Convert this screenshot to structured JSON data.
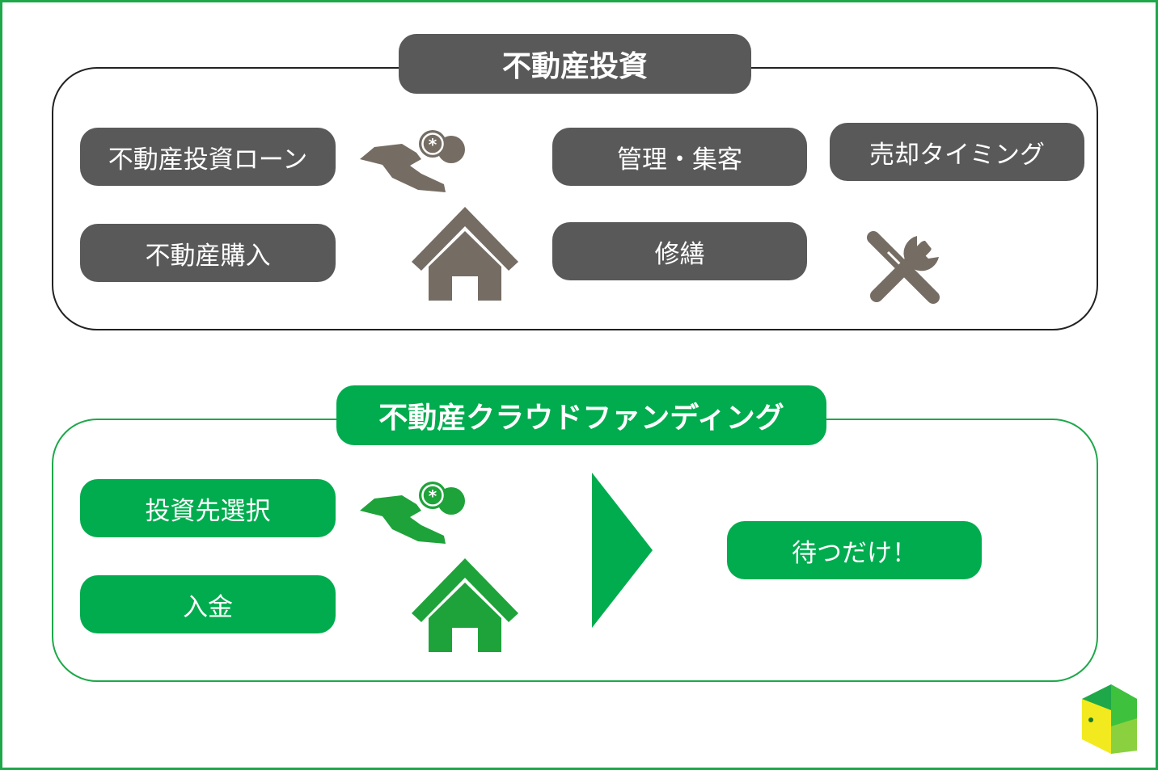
{
  "sections": {
    "traditional": {
      "title": "不動産投資",
      "items": [
        "不動産投資ローン",
        "管理・集客",
        "売却タイミング",
        "不動産購入",
        "修繕"
      ]
    },
    "crowdfunding": {
      "title": "不動産クラウドファンディング",
      "items": [
        "投資先選択",
        "入金"
      ],
      "result": "待つだけ！"
    }
  },
  "colors": {
    "frame": "#1ea84a",
    "gray_pill": "#595959",
    "green_pill": "#00ac4e",
    "gray_icon": "#756c63",
    "green_icon": "#1ea33a",
    "arrow": "#00ac4e"
  },
  "icons": {
    "loan": "hand-coins-icon",
    "house": "house-icon",
    "tools": "wrench-screwdriver-icon",
    "arrow": "triangle-arrow-right-icon",
    "logo": "door-logo-icon"
  }
}
